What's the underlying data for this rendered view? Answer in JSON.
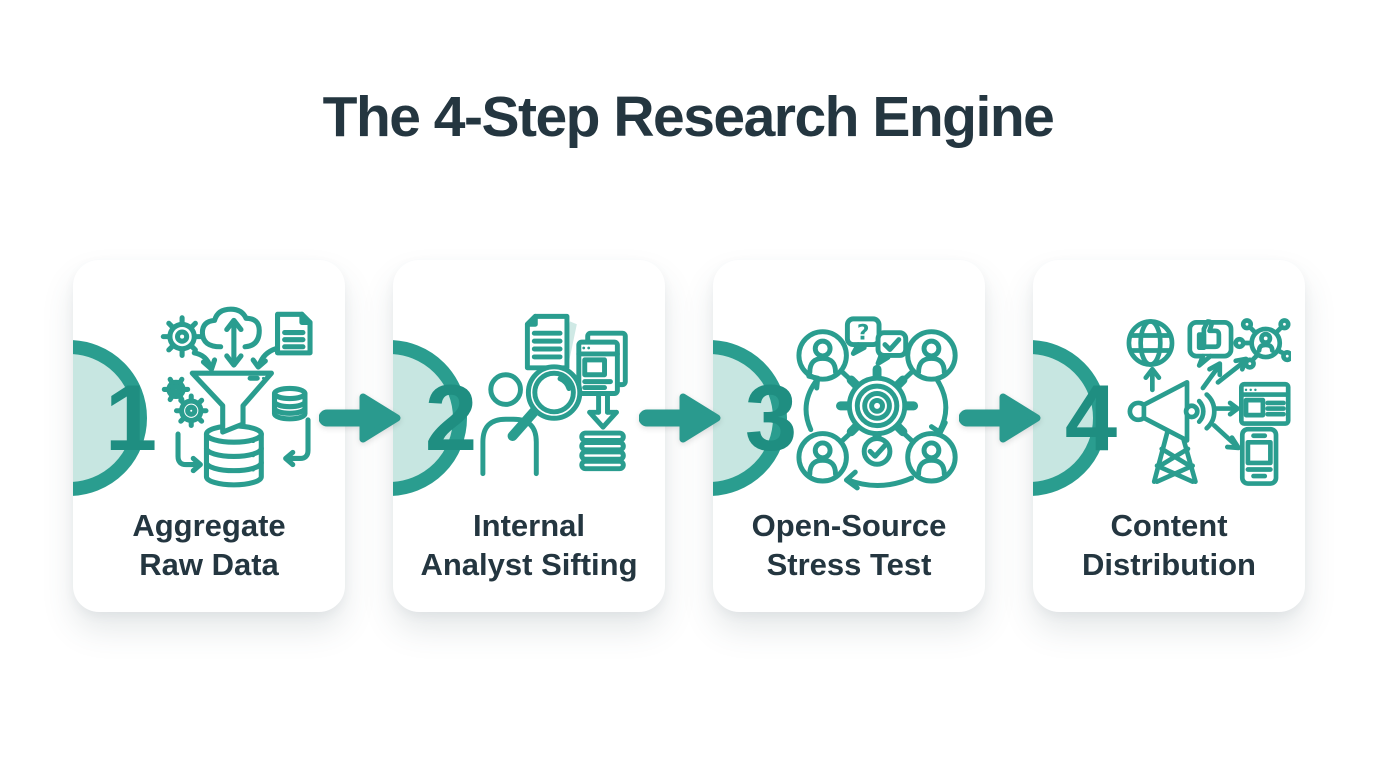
{
  "title": "The 4-Step Research Engine",
  "steps": [
    {
      "number": "1",
      "label_line1": "Aggregate",
      "label_line2": "Raw Data",
      "icon": "aggregate-raw-data-icon"
    },
    {
      "number": "2",
      "label_line1": "Internal",
      "label_line2": "Analyst Sifting",
      "icon": "analyst-sifting-icon"
    },
    {
      "number": "3",
      "label_line1": "Open-Source",
      "label_line2": "Stress Test",
      "icon": "open-source-stress-test-icon"
    },
    {
      "number": "4",
      "label_line1": "Content",
      "label_line2": "Distribution",
      "icon": "content-distribution-icon"
    }
  ],
  "colors": {
    "teal_primary": "#2a9d8f",
    "teal_number": "#1f8e81",
    "badge_fill": "#c7e6e1",
    "arrow": "#2a9a8e",
    "text_dark": "#243640",
    "card_bg": "#ffffff",
    "page_bg": "#ffffff"
  }
}
